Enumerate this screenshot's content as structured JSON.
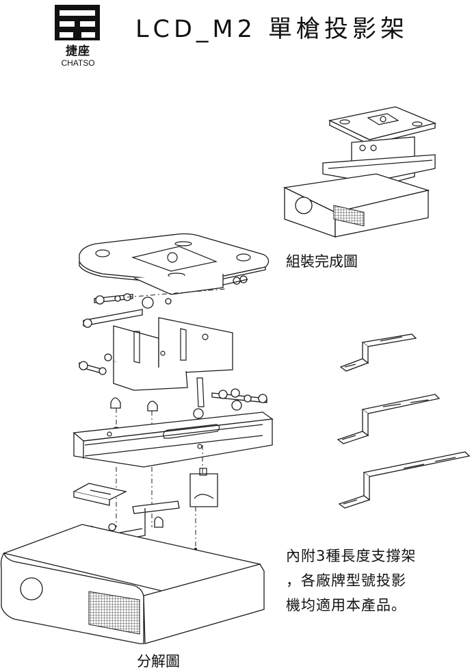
{
  "logo": {
    "chinese": "捷座",
    "english": "CHATSO"
  },
  "title": "LCD_M2 單槍投影架",
  "captions": {
    "assembled": "組裝完成圖",
    "exploded": "分解圖"
  },
  "description": {
    "line1": "內附3種長度支撐架",
    "line2": "，各廠牌型號投影",
    "line3": "機均適用本產品。"
  }
}
